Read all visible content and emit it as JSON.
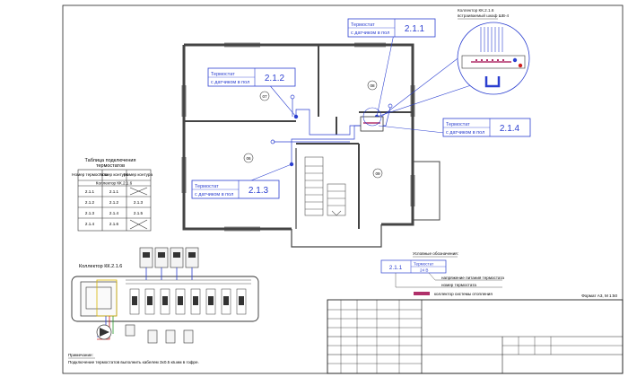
{
  "callouts": [
    {
      "title": "Термостат",
      "subtitle": "с датчиком в пол",
      "number": "2.1.1"
    },
    {
      "title": "Термостат",
      "subtitle": "с датчиком в пол",
      "number": "2.1.2"
    },
    {
      "title": "Термостат",
      "subtitle": "с датчиком в пол",
      "number": "2.1.3"
    },
    {
      "title": "Термостат",
      "subtitle": "с датчиком в пол",
      "number": "2.1.4"
    }
  ],
  "collector_note": {
    "line1": "Коллектор КК.2.1.6",
    "line2": "встраиваемый шкаф ШВ-4"
  },
  "rooms": [
    "07",
    "08",
    "06",
    "09"
  ],
  "table": {
    "title_line1": "Таблица подключения",
    "title_line2": "термостатов",
    "headers": [
      "Номер термостата",
      "Номер контура",
      "Номер контура"
    ],
    "subheader": "Коллектор КК.2.1.6",
    "rows": [
      [
        "2.1.1",
        "2.1.1",
        ""
      ],
      [
        "2.1.2",
        "2.1.2",
        "2.1.3"
      ],
      [
        "2.1.3",
        "2.1.4",
        "2.1.5"
      ],
      [
        "2.1.4",
        "2.1.6",
        ""
      ]
    ]
  },
  "panel_label": "Коллектор КК.2.1.6",
  "legend": {
    "title": "Условные обозначения:",
    "sample_number": "2.1.1",
    "sample_title": "Термостат",
    "sample_voltage": "24 В",
    "item1": "напряжение питания термостата",
    "item2": "номер термостата",
    "item3": "коллектор системы отопления"
  },
  "format": "Формат А3, М 1:50",
  "note": {
    "title": "Примечание:",
    "text": "Подключение термостатов выполнить кабелем 3х0.5 кв.мм в гофре."
  }
}
